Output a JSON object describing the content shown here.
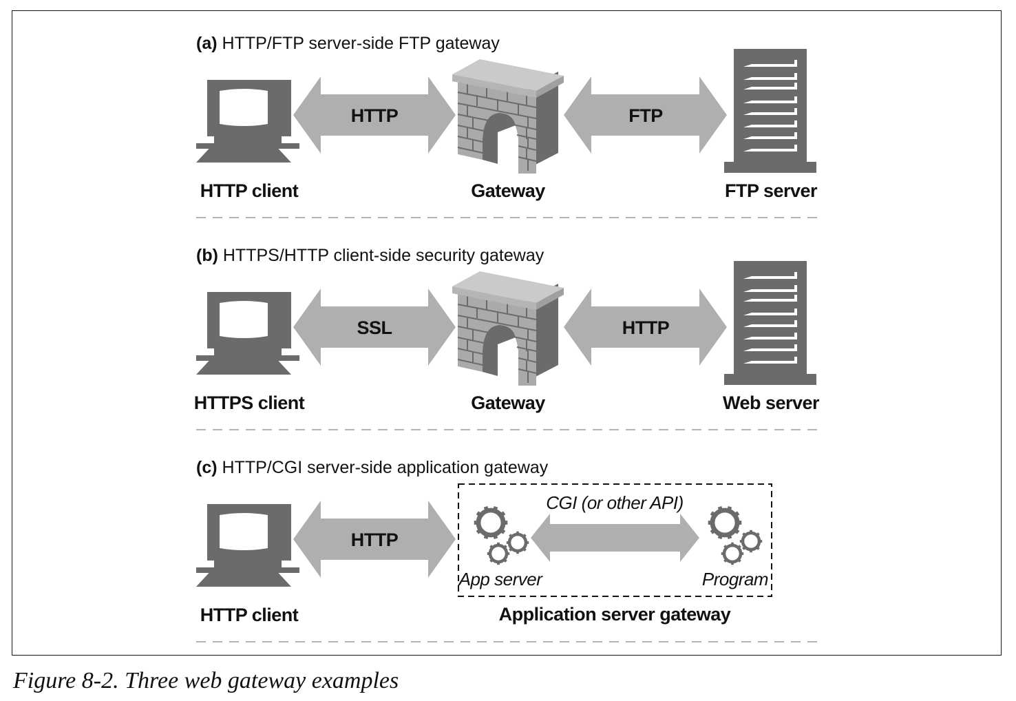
{
  "colors": {
    "icon_dark": "#6b6b6d",
    "arrow_gray": "#aeafb1",
    "brick_light": "#a9aaac",
    "roof_light": "#c9cacc",
    "divider": "#9a9a9a",
    "text": "#111111"
  },
  "sections": [
    {
      "id": "a",
      "label": "(a)",
      "title": "HTTP/FTP server-side FTP gateway",
      "left_node": {
        "label": "HTTP client",
        "icon": "computer-icon"
      },
      "left_arrow": "HTTP",
      "middle_node": {
        "label": "Gateway",
        "icon": "gateway-icon"
      },
      "right_arrow": "FTP",
      "right_node": {
        "label": "FTP server",
        "icon": "server-icon"
      }
    },
    {
      "id": "b",
      "label": "(b)",
      "title": "HTTPS/HTTP client-side security gateway",
      "left_node": {
        "label": "HTTPS client",
        "icon": "computer-icon"
      },
      "left_arrow": "SSL",
      "middle_node": {
        "label": "Gateway",
        "icon": "gateway-icon"
      },
      "right_arrow": "HTTP",
      "right_node": {
        "label": "Web server",
        "icon": "server-icon"
      }
    },
    {
      "id": "c",
      "label": "(c)",
      "title": "HTTP/CGI server-side application gateway",
      "left_node": {
        "label": "HTTP client",
        "icon": "computer-icon"
      },
      "left_arrow": "HTTP",
      "app_box": {
        "label": "Application server gateway",
        "inner_arrow": "CGI (or other API)",
        "left_item": {
          "label": "App server",
          "icon": "gears-icon"
        },
        "right_item": {
          "label": "Program",
          "icon": "gears-icon"
        }
      }
    }
  ],
  "caption": "Figure 8-2. Three web gateway examples"
}
